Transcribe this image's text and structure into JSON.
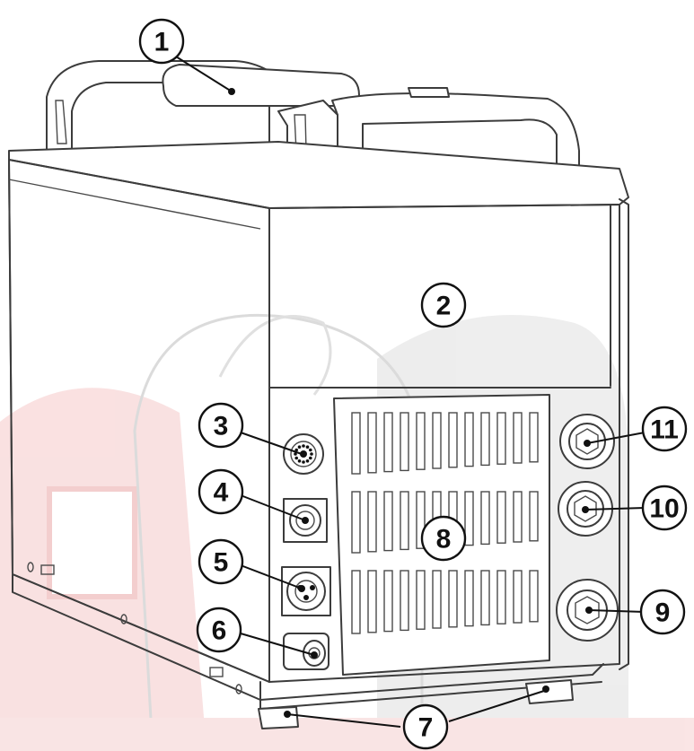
{
  "callouts": [
    {
      "id": "1",
      "label": "1",
      "part": "carry-handle"
    },
    {
      "id": "2",
      "label": "2",
      "part": "side-panel"
    },
    {
      "id": "3",
      "label": "3",
      "part": "multi-pin-connector"
    },
    {
      "id": "4",
      "label": "4",
      "part": "square-socket-connector"
    },
    {
      "id": "5",
      "label": "5",
      "part": "round-socket-connector"
    },
    {
      "id": "6",
      "label": "6",
      "part": "gas-fitting"
    },
    {
      "id": "7",
      "label": "7",
      "part": "feet"
    },
    {
      "id": "8",
      "label": "8",
      "part": "ventilation-grille"
    },
    {
      "id": "9",
      "label": "9",
      "part": "lower-output-terminal"
    },
    {
      "id": "10",
      "label": "10",
      "part": "middle-output-terminal"
    },
    {
      "id": "11",
      "label": "11",
      "part": "upper-output-terminal"
    }
  ],
  "colors": {
    "outline": "#3c3c3c",
    "callout_stroke": "#111111",
    "watermark_red": "#f7d6d6",
    "watermark_grey": "#e6e6e6"
  }
}
